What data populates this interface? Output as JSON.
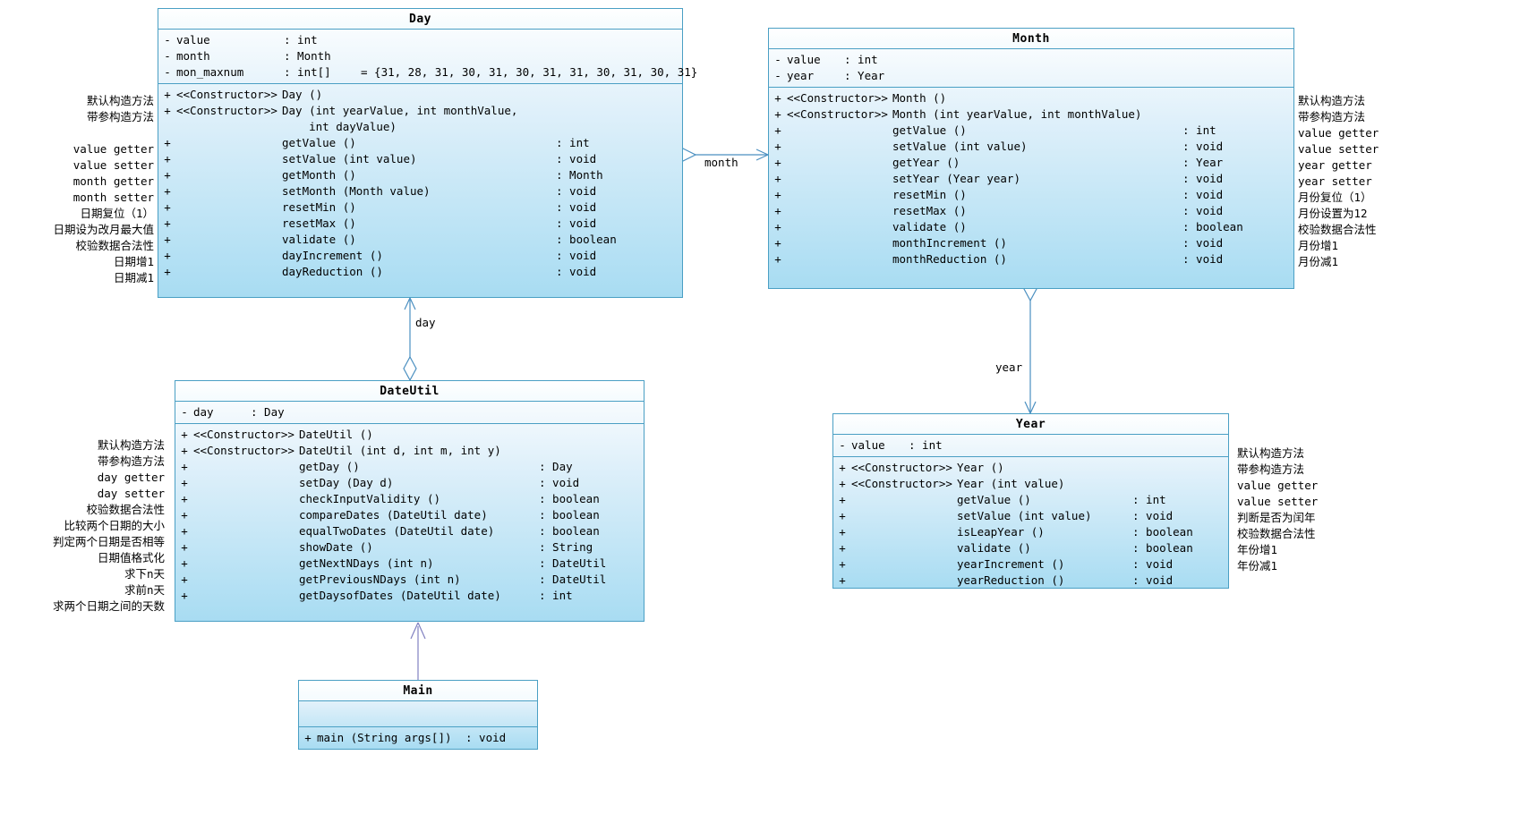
{
  "diagram": {
    "title": "UML Class Diagram - Date Utility",
    "accent_border": "#4a9fc4",
    "fill_top": "#ffffff",
    "fill_bottom": "#a8dcf2",
    "connector_color": "#4a8fc0",
    "inherit_color": "#8080c0"
  },
  "classes": {
    "day": {
      "name": "Day",
      "attributes": [
        {
          "vis": "-",
          "name": "value",
          "type": ": int",
          "init": ""
        },
        {
          "vis": "-",
          "name": "month",
          "type": ": Month",
          "init": ""
        },
        {
          "vis": "-",
          "name": "mon_maxnum",
          "type": ": int[]",
          "init": "= {31, 28, 31, 30, 31, 30, 31, 31, 30, 31, 30, 31}"
        }
      ],
      "operations": [
        {
          "vis": "+",
          "stereotype": "<<Constructor>>",
          "sig": "Day ()",
          "ret": ""
        },
        {
          "vis": "+",
          "stereotype": "<<Constructor>>",
          "sig": "Day (int yearValue, int monthValue,",
          "ret": ""
        },
        {
          "vis": "",
          "stereotype": "",
          "sig": "    int dayValue)",
          "ret": ""
        },
        {
          "vis": "+",
          "stereotype": "",
          "sig": "getValue ()",
          "ret": ": int"
        },
        {
          "vis": "+",
          "stereotype": "",
          "sig": "setValue (int value)",
          "ret": ": void"
        },
        {
          "vis": "+",
          "stereotype": "",
          "sig": "getMonth ()",
          "ret": ": Month"
        },
        {
          "vis": "+",
          "stereotype": "",
          "sig": "setMonth (Month value)",
          "ret": ": void"
        },
        {
          "vis": "+",
          "stereotype": "",
          "sig": "resetMin ()",
          "ret": ": void"
        },
        {
          "vis": "+",
          "stereotype": "",
          "sig": "resetMax ()",
          "ret": ": void"
        },
        {
          "vis": "+",
          "stereotype": "",
          "sig": "validate ()",
          "ret": ": boolean"
        },
        {
          "vis": "+",
          "stereotype": "",
          "sig": "dayIncrement ()",
          "ret": ": void"
        },
        {
          "vis": "+",
          "stereotype": "",
          "sig": "dayReduction ()",
          "ret": ": void"
        }
      ]
    },
    "month": {
      "name": "Month",
      "attributes": [
        {
          "vis": "-",
          "name": "value",
          "type": ": int",
          "init": ""
        },
        {
          "vis": "-",
          "name": "year",
          "type": ": Year",
          "init": ""
        }
      ],
      "operations": [
        {
          "vis": "+",
          "stereotype": "<<Constructor>>",
          "sig": "Month ()",
          "ret": ""
        },
        {
          "vis": "+",
          "stereotype": "<<Constructor>>",
          "sig": "Month (int yearValue, int monthValue)",
          "ret": ""
        },
        {
          "vis": "+",
          "stereotype": "",
          "sig": "getValue ()",
          "ret": ": int"
        },
        {
          "vis": "+",
          "stereotype": "",
          "sig": "setValue (int value)",
          "ret": ": void"
        },
        {
          "vis": "+",
          "stereotype": "",
          "sig": "getYear ()",
          "ret": ": Year"
        },
        {
          "vis": "+",
          "stereotype": "",
          "sig": "setYear (Year year)",
          "ret": ": void"
        },
        {
          "vis": "+",
          "stereotype": "",
          "sig": "resetMin ()",
          "ret": ": void"
        },
        {
          "vis": "+",
          "stereotype": "",
          "sig": "resetMax ()",
          "ret": ": void"
        },
        {
          "vis": "+",
          "stereotype": "",
          "sig": "validate ()",
          "ret": ": boolean"
        },
        {
          "vis": "+",
          "stereotype": "",
          "sig": "monthIncrement ()",
          "ret": ": void"
        },
        {
          "vis": "+",
          "stereotype": "",
          "sig": "monthReduction ()",
          "ret": ": void"
        }
      ]
    },
    "dateutil": {
      "name": "DateUtil",
      "attributes": [
        {
          "vis": "-",
          "name": "day",
          "type": ": Day",
          "init": ""
        }
      ],
      "operations": [
        {
          "vis": "+",
          "stereotype": "<<Constructor>>",
          "sig": "DateUtil ()",
          "ret": ""
        },
        {
          "vis": "+",
          "stereotype": "<<Constructor>>",
          "sig": "DateUtil (int d, int m, int y)",
          "ret": ""
        },
        {
          "vis": "+",
          "stereotype": "",
          "sig": "getDay ()",
          "ret": ": Day"
        },
        {
          "vis": "+",
          "stereotype": "",
          "sig": "setDay (Day d)",
          "ret": ": void"
        },
        {
          "vis": "+",
          "stereotype": "",
          "sig": "checkInputValidity ()",
          "ret": ": boolean"
        },
        {
          "vis": "+",
          "stereotype": "",
          "sig": "compareDates (DateUtil date)",
          "ret": ": boolean"
        },
        {
          "vis": "+",
          "stereotype": "",
          "sig": "equalTwoDates (DateUtil date)",
          "ret": ": boolean"
        },
        {
          "vis": "+",
          "stereotype": "",
          "sig": "showDate ()",
          "ret": ": String"
        },
        {
          "vis": "+",
          "stereotype": "",
          "sig": "getNextNDays (int n)",
          "ret": ": DateUtil"
        },
        {
          "vis": "+",
          "stereotype": "",
          "sig": "getPreviousNDays (int n)",
          "ret": ": DateUtil"
        },
        {
          "vis": "+",
          "stereotype": "",
          "sig": "getDaysofDates (DateUtil date)",
          "ret": ": int"
        }
      ]
    },
    "year": {
      "name": "Year",
      "attributes": [
        {
          "vis": "-",
          "name": "value",
          "type": ": int",
          "init": ""
        }
      ],
      "operations": [
        {
          "vis": "+",
          "stereotype": "<<Constructor>>",
          "sig": "Year ()",
          "ret": ""
        },
        {
          "vis": "+",
          "stereotype": "<<Constructor>>",
          "sig": "Year (int value)",
          "ret": ""
        },
        {
          "vis": "+",
          "stereotype": "",
          "sig": "getValue ()",
          "ret": ": int"
        },
        {
          "vis": "+",
          "stereotype": "",
          "sig": "setValue (int value)",
          "ret": ": void"
        },
        {
          "vis": "+",
          "stereotype": "",
          "sig": "isLeapYear ()",
          "ret": ": boolean"
        },
        {
          "vis": "+",
          "stereotype": "",
          "sig": "validate ()",
          "ret": ": boolean"
        },
        {
          "vis": "+",
          "stereotype": "",
          "sig": "yearIncrement ()",
          "ret": ": void"
        },
        {
          "vis": "+",
          "stereotype": "",
          "sig": "yearReduction ()",
          "ret": ": void"
        }
      ]
    },
    "main": {
      "name": "Main",
      "attributes": [],
      "operations": [
        {
          "vis": "+",
          "stereotype": "",
          "sig": "main (String args[])",
          "ret": ": void"
        }
      ]
    }
  },
  "annotations": {
    "day": [
      "默认构造方法",
      "带参构造方法",
      "",
      "value getter",
      "value setter",
      "month getter",
      "month setter",
      "日期复位（1）",
      "日期设为改月最大值",
      "校验数据合法性",
      "日期增1",
      "日期减1"
    ],
    "month": [
      "默认构造方法",
      "带参构造方法",
      "value getter",
      "value setter",
      "year getter",
      "year setter",
      "月份复位（1）",
      "月份设置为12",
      "校验数据合法性",
      "月份增1",
      "月份减1"
    ],
    "dateutil": [
      "默认构造方法",
      "带参构造方法",
      "day getter",
      "day setter",
      "校验数据合法性",
      "比较两个日期的大小",
      "判定两个日期是否相等",
      "日期值格式化",
      "求下n天",
      "求前n天",
      "求两个日期之间的天数"
    ],
    "year": [
      "默认构造方法",
      "带参构造方法",
      "value getter",
      "value setter",
      "判断是否为闰年",
      "校验数据合法性",
      "年份增1",
      "年份减1"
    ]
  },
  "edges": [
    {
      "label": "month",
      "from": "Day",
      "to": "Month",
      "type": "aggregation"
    },
    {
      "label": "day",
      "from": "DateUtil",
      "to": "Day",
      "type": "aggregation"
    },
    {
      "label": "year",
      "from": "Month",
      "to": "Year",
      "type": "aggregation"
    },
    {
      "label": "",
      "from": "Main",
      "to": "DateUtil",
      "type": "dependency"
    }
  ]
}
